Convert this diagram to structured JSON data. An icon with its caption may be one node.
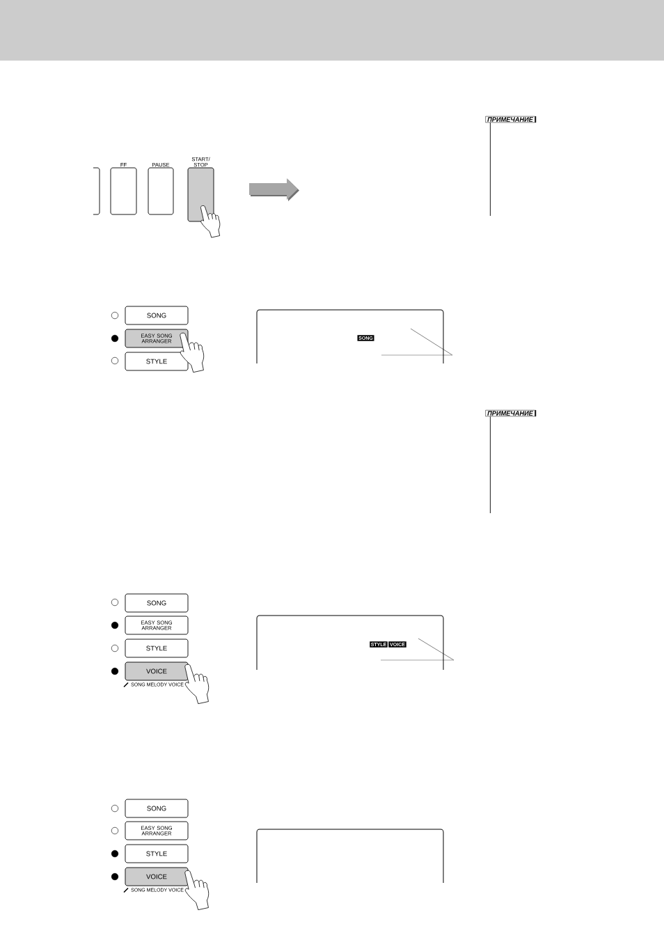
{
  "diagram": {
    "nodes": [
      {
        "text": [],
        "shape": "box"
      },
      {
        "text": [
          "FF"
        ]
      },
      {
        "text": [
          "PAUSE"
        ]
      },
      {
        "text": [
          "START/ STOP"
        ]
      },
      {
        "text": [
          "ПРИМЕЧАНИЕ"
        ]
      },
      {
        "text": [
          "SONG"
        ]
      },
      {
        "text": [
          "EASY SONG ARRANGER"
        ]
      },
      {
        "text": [
          "STYLE"
        ]
      },
      {
        "text": [],
        "shape": "box"
      },
      {
        "text": [
          "SONG"
        ],
        "in": 8
      },
      {
        "text": [
          "ПРИМЕЧАНИЕ"
        ]
      },
      {
        "text": [
          "SONG"
        ]
      },
      {
        "text": [
          "EASY SONG ARRANGER"
        ]
      },
      {
        "text": [
          "STYLE"
        ]
      },
      {
        "text": [],
        "shape": "box"
      },
      {
        "text": [
          "STYLE"
        ],
        "in": 14
      },
      {
        "text": [
          "VOICE"
        ],
        "in": 14
      },
      {
        "text": [
          "VOICE"
        ],
        "beside": [
          "SONG MELODY VOICE"
        ]
      },
      {
        "text": [
          "SONG"
        ]
      },
      {
        "text": [
          "EASY SONG ARRANGER"
        ]
      },
      {
        "text": [
          "STYLE"
        ]
      },
      {
        "text": [
          "VOICE"
        ],
        "beside": [
          "SONG MELODY VOICE"
        ]
      },
      {
        "text": [],
        "shape": "box"
      }
    ]
  }
}
